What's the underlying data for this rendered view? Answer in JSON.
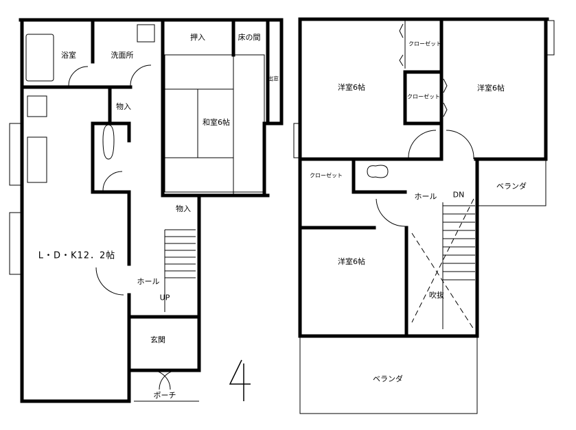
{
  "floor1": {
    "bathroom": "浴室",
    "washroom": "洗面所",
    "closet_oshiire": "押入",
    "tokonoma": "床の間",
    "bay_window": "出窓",
    "japanese_room": "和室6帖",
    "storage_upper": "物入",
    "ldk": "L・D・K12．2帖",
    "storage_lower": "物入",
    "hall": "ホール",
    "up": "UP",
    "entrance": "玄関",
    "porch": "ポーチ"
  },
  "floor2": {
    "western_room_nw": "洋室6帖",
    "closet_top": "クローゼット",
    "closet_mid": "クローゼット",
    "western_room_ne": "洋室6帖",
    "closet_left": "クローゼット",
    "hall": "ホール",
    "down": "DN",
    "balcony_small": "ベランダ",
    "western_room_s": "洋室6帖",
    "atrium": "吹抜",
    "balcony_large": "ベランダ"
  },
  "icons": {
    "north": "north-arrow-icon"
  }
}
